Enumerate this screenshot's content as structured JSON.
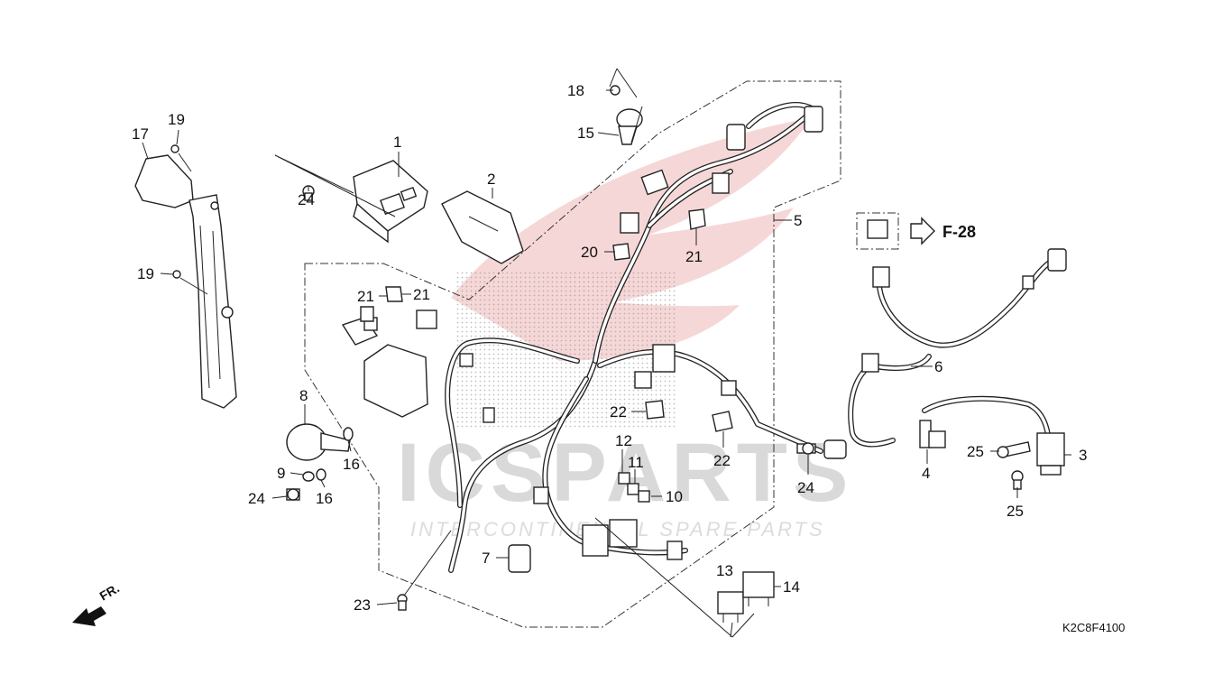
{
  "diagram": {
    "code": "K2C8F4100",
    "ref_label": "F-28",
    "direction_label": "FR.",
    "watermark": {
      "brand": "ICSPARTS",
      "tagline": "INTERCONTINENTAL SPARE PARTS"
    },
    "callouts": [
      {
        "id": "c1",
        "label": "1"
      },
      {
        "id": "c2",
        "label": "2"
      },
      {
        "id": "c3",
        "label": "3"
      },
      {
        "id": "c4",
        "label": "4"
      },
      {
        "id": "c5",
        "label": "5"
      },
      {
        "id": "c6",
        "label": "6"
      },
      {
        "id": "c7",
        "label": "7"
      },
      {
        "id": "c8",
        "label": "8"
      },
      {
        "id": "c9",
        "label": "9"
      },
      {
        "id": "c10",
        "label": "10"
      },
      {
        "id": "c11",
        "label": "11"
      },
      {
        "id": "c12",
        "label": "12"
      },
      {
        "id": "c13",
        "label": "13"
      },
      {
        "id": "c14",
        "label": "14"
      },
      {
        "id": "c15",
        "label": "15"
      },
      {
        "id": "c16a",
        "label": "16"
      },
      {
        "id": "c16b",
        "label": "16"
      },
      {
        "id": "c17",
        "label": "17"
      },
      {
        "id": "c18",
        "label": "18"
      },
      {
        "id": "c19a",
        "label": "19"
      },
      {
        "id": "c19b",
        "label": "19"
      },
      {
        "id": "c20",
        "label": "20"
      },
      {
        "id": "c21a",
        "label": "21"
      },
      {
        "id": "c21b",
        "label": "21"
      },
      {
        "id": "c21c",
        "label": "21"
      },
      {
        "id": "c22a",
        "label": "22"
      },
      {
        "id": "c22b",
        "label": "22"
      },
      {
        "id": "c23",
        "label": "23"
      },
      {
        "id": "c24a",
        "label": "24"
      },
      {
        "id": "c24b",
        "label": "24"
      },
      {
        "id": "c24c",
        "label": "24"
      },
      {
        "id": "c25a",
        "label": "25"
      },
      {
        "id": "c25b",
        "label": "25"
      }
    ]
  }
}
